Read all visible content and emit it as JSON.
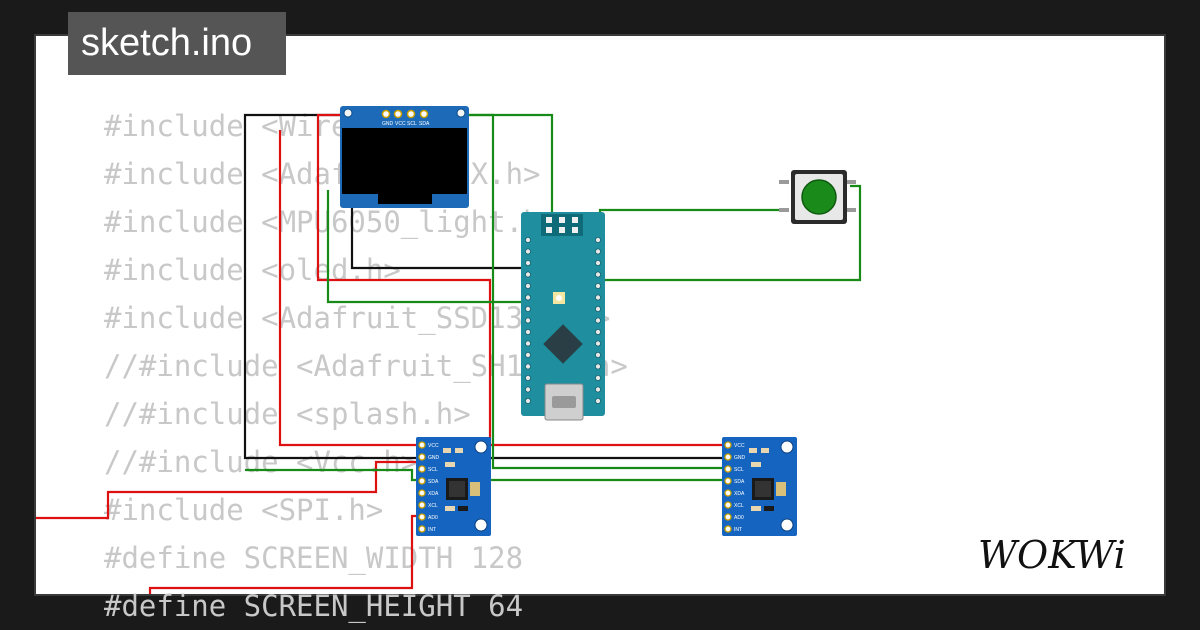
{
  "project": {
    "file_name": "sketch.ino"
  },
  "code_lines": [
    "#include <Wire.h>",
    "#include <Adafruit_GFX.h>",
    "#include <MPU6050_light.h>",
    "#include <oled.h>",
    "#include <Adafruit_SSD1306.h>",
    "//#include <Adafruit_SH1106.h>",
    "//#include <splash.h>",
    "//#include <Vcc.h>",
    "#include <SPI.h>",
    "#define SCREEN_WIDTH 128",
    "#define SCREEN_HEIGHT 64"
  ],
  "oled": {
    "pin_labels": [
      "GND",
      "VCC",
      "SCL",
      "SDA"
    ]
  },
  "mpu": {
    "pin_labels": [
      "VCC",
      "GND",
      "SCL",
      "SDA",
      "XDA",
      "XCL",
      "AD0",
      "INT"
    ]
  },
  "brand": {
    "logo_text": "WOKWi"
  },
  "colors": {
    "wire_red": "#dd1111",
    "wire_black": "#111111",
    "wire_green": "#178a17",
    "board_teal": "#1f8fa0",
    "module_blue": "#1565c0",
    "button_green": "#1a8a1a"
  }
}
